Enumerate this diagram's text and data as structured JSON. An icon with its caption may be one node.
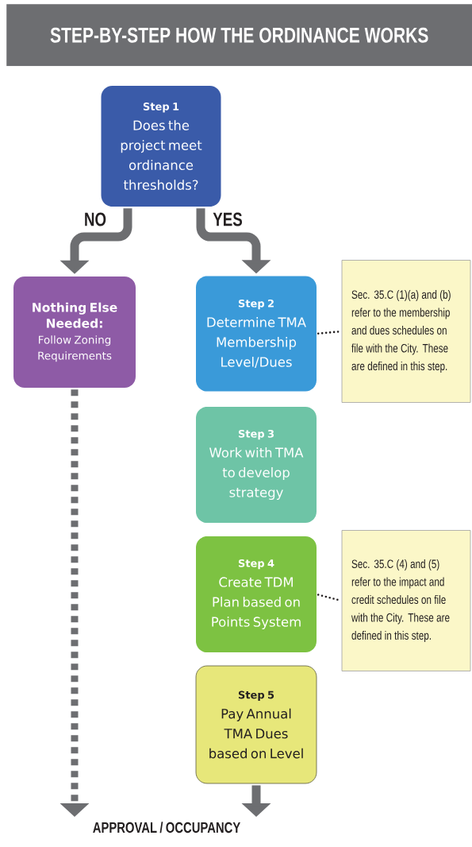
{
  "diagram": {
    "title": "STEP-BY-STEP HOW THE ORDINANCE WORKS",
    "nodes": [
      {
        "text": [
          "Step 1",
          "Does the project meet ordinance thresholds?"
        ]
      },
      {
        "text": [
          "Nothing Else Needed:",
          "Follow Zoning Requirements"
        ]
      },
      {
        "text": [
          "Step 2",
          "Determine TMA Membership Level/Dues"
        ]
      },
      {
        "text": [
          "Sec. 35.C (1)(a) and (b) refer to the membership and dues schedules on file with the City. These are defined in this step."
        ]
      },
      {
        "text": [
          "Step 3",
          "Work with TMA to develop strategy"
        ]
      },
      {
        "text": [
          "Step 4",
          "Create TDM Plan based on Points System"
        ]
      },
      {
        "text": [
          "Sec. 35.C (4) and (5) refer to the impact and credit schedules on file with the City. These are defined in this step."
        ]
      },
      {
        "text": [
          "Step 5",
          "Pay Annual TMA Dues based on Level"
        ]
      },
      {
        "text": [
          "APPROVAL / OCCUPANCY"
        ]
      }
    ],
    "edges": [
      {
        "from": 0,
        "to": 1,
        "arrow": "to",
        "label": "NO"
      },
      {
        "from": 0,
        "to": 2,
        "arrow": "to",
        "label": "YES"
      },
      {
        "from": 2,
        "to": 3,
        "arrow": "none",
        "style": "dashed",
        "color": "#231f20"
      },
      {
        "from": 5,
        "to": 6,
        "arrow": "none",
        "style": "dashed",
        "color": "#231f20"
      },
      {
        "from": 1,
        "to": 8,
        "arrow": "to",
        "style": "dashed"
      },
      {
        "from": 7,
        "to": 8,
        "arrow": "to"
      }
    ]
  }
}
